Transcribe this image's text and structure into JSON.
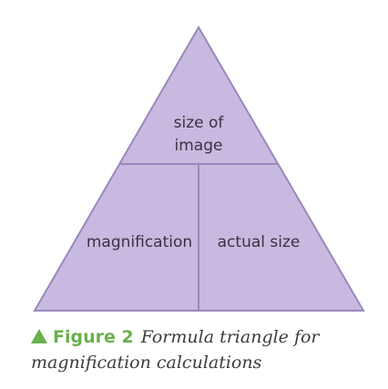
{
  "diagram": {
    "top_label_line1": "size of",
    "top_label_line2": "image",
    "bottom_left_label": "magnification",
    "bottom_right_label": "actual size",
    "fill_color": "#c8b9e0",
    "stroke_color": "#9a88bc"
  },
  "caption": {
    "marker_icon": "triangle-up-icon",
    "marker_color": "#6ab04c",
    "figure_number": "Figure 2",
    "title_line1": "Formula triangle for",
    "title_line2": "magnification calculations"
  }
}
